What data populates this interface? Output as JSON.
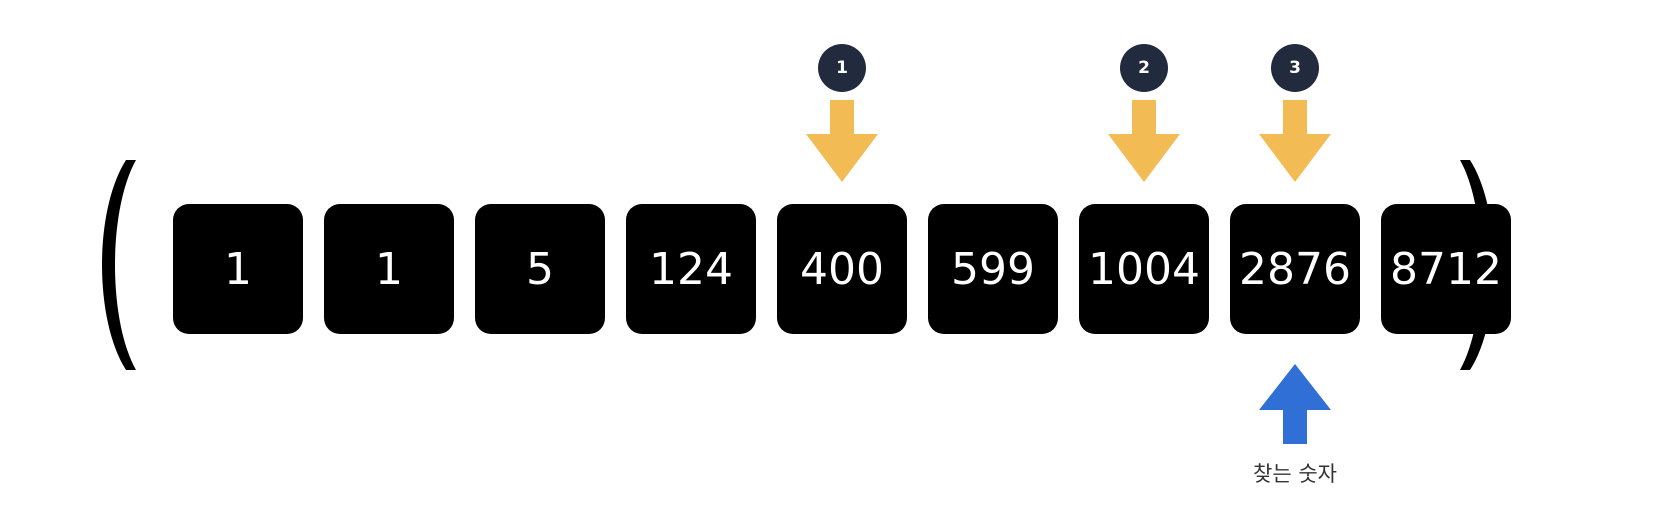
{
  "array": {
    "values": [
      "1",
      "1",
      "5",
      "124",
      "400",
      "599",
      "1004",
      "2876",
      "8712"
    ]
  },
  "steps": {
    "labels": [
      "1",
      "2",
      "3"
    ],
    "indices": [
      4,
      6,
      7
    ]
  },
  "target": {
    "index": 7,
    "label": "찾는 숫자"
  },
  "colors": {
    "box": "#000000",
    "box_text": "#ffffff",
    "step_arrow": "#f2bb53",
    "badge": "#222b3d",
    "target_arrow": "#2f6fd6"
  }
}
